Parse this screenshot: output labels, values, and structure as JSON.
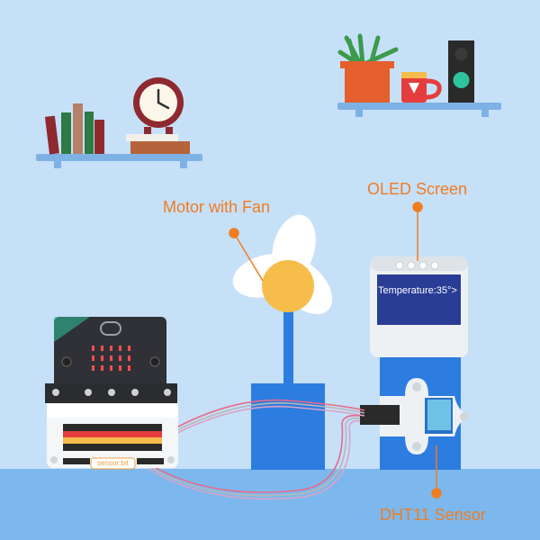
{
  "labels": {
    "motor": "Motor with Fan",
    "oled": "OLED Screen",
    "dht11": "DHT11 Sensor"
  },
  "oled_display": "Temperature:35°>",
  "board_label": "sensor:bit",
  "colors": {
    "sky": "#c6e0f8",
    "floor": "#7cb8ee",
    "shelf": "#7fb2e4",
    "accent": "#ef7d22",
    "fan_base": "#2d7ce0",
    "fan_hub": "#f7bd4b",
    "oled_screen": "#2a3d96"
  }
}
